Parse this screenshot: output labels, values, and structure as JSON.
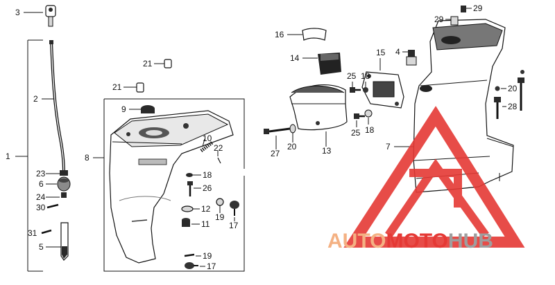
{
  "labels": {
    "p1": "1",
    "p2": "2",
    "p3": "3",
    "p4": "4",
    "p5": "5",
    "p6": "6",
    "p7": "7",
    "p8": "8",
    "p9": "9",
    "p10": "10",
    "p11": "11",
    "p12": "12",
    "p13": "13",
    "p14": "14",
    "p15": "15",
    "p16": "16",
    "p17a": "17",
    "p17b": "17",
    "p18a": "18",
    "p18b": "18",
    "p18c": "18",
    "p19a": "19",
    "p19b": "19",
    "p20a": "20",
    "p20b": "20",
    "p21a": "21",
    "p21b": "21",
    "p22": "22",
    "p23": "23",
    "p24": "24",
    "p25a": "25",
    "p25b": "25",
    "p26": "26",
    "p27": "27",
    "p28": "28",
    "p29a": "29",
    "p29b": "29",
    "p30": "30",
    "p31": "31"
  },
  "watermark": {
    "part1": "AUTO",
    "part2": "MOTO",
    "part3": "HUB",
    "color_red": "#e53935",
    "color_orange": "#f4b183",
    "color_grey": "#9e9e9e"
  }
}
